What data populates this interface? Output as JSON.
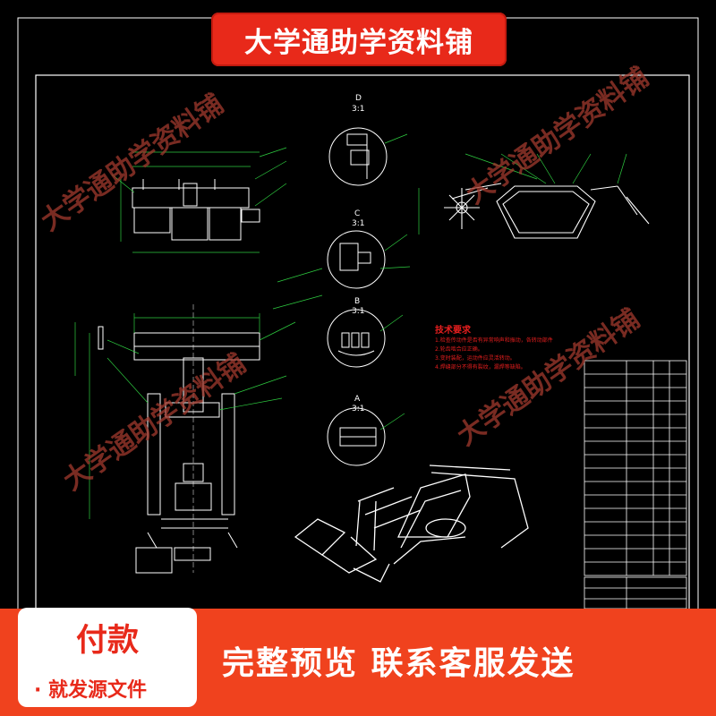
{
  "banner": {
    "title": "大学通助学资料铺"
  },
  "watermarks": [
    "大学通助学资料铺",
    "大学通助学资料铺",
    "大学通助学资料铺",
    "大学通助学资料铺"
  ],
  "views": {
    "d": "D",
    "c": "C",
    "b": "B",
    "a": "A",
    "scale": "3:1"
  },
  "notes": {
    "heading": "技术要求",
    "items": [
      "1.检查传动件是否有异常响声和振动，各转动部件",
      "2.轮齿啮合应正确。",
      "3.变时装配，运动件应灵活转动。",
      "4.焊缝部分不得有裂纹，漏焊等缺陷。"
    ]
  },
  "footer": {
    "pay_title": "付款",
    "pay_sub": "· 就发源文件",
    "cta": "完整预览  联系客服发送"
  },
  "colors": {
    "banner": "#e8291a",
    "footer": "#f0421e",
    "drawing_bg": "#000000",
    "line_white": "#ffffff",
    "line_green": "#2ecc40",
    "line_red": "#e61e1e"
  }
}
